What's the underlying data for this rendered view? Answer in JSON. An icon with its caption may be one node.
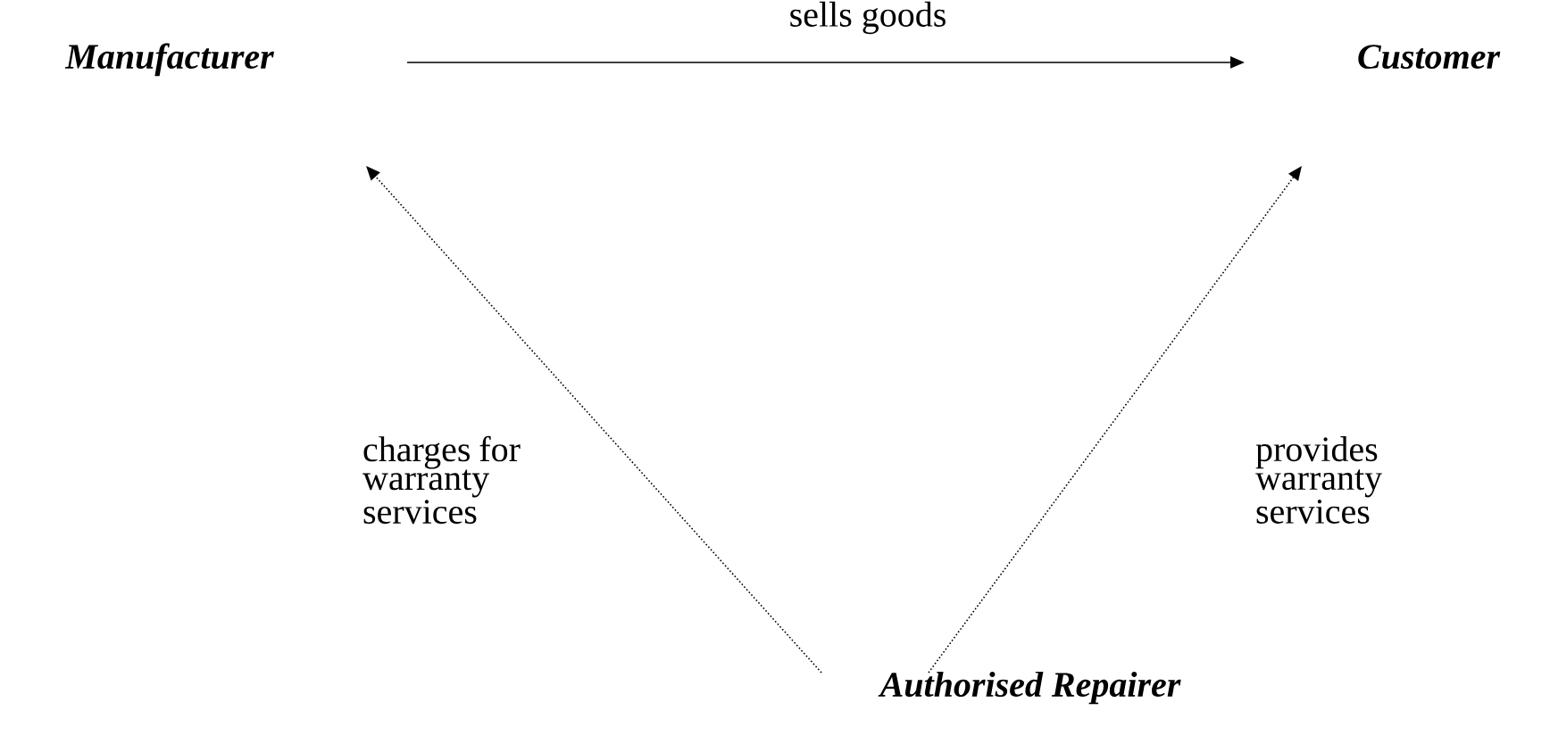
{
  "diagram": {
    "nodes": [
      {
        "text": [
          "Manufacturer"
        ]
      },
      {
        "text": [
          "Customer"
        ]
      },
      {
        "text": [
          "Authorised Repairer"
        ]
      }
    ],
    "edges": [
      {
        "from": 0,
        "to": 1,
        "arrow": "to",
        "label": "sells goods"
      },
      {
        "from": 2,
        "to": 0,
        "arrow": "to",
        "style": "dashed",
        "label": "charges for warranty services"
      },
      {
        "from": 2,
        "to": 1,
        "arrow": "to",
        "style": "dashed",
        "label": "provides warranty services"
      }
    ]
  }
}
